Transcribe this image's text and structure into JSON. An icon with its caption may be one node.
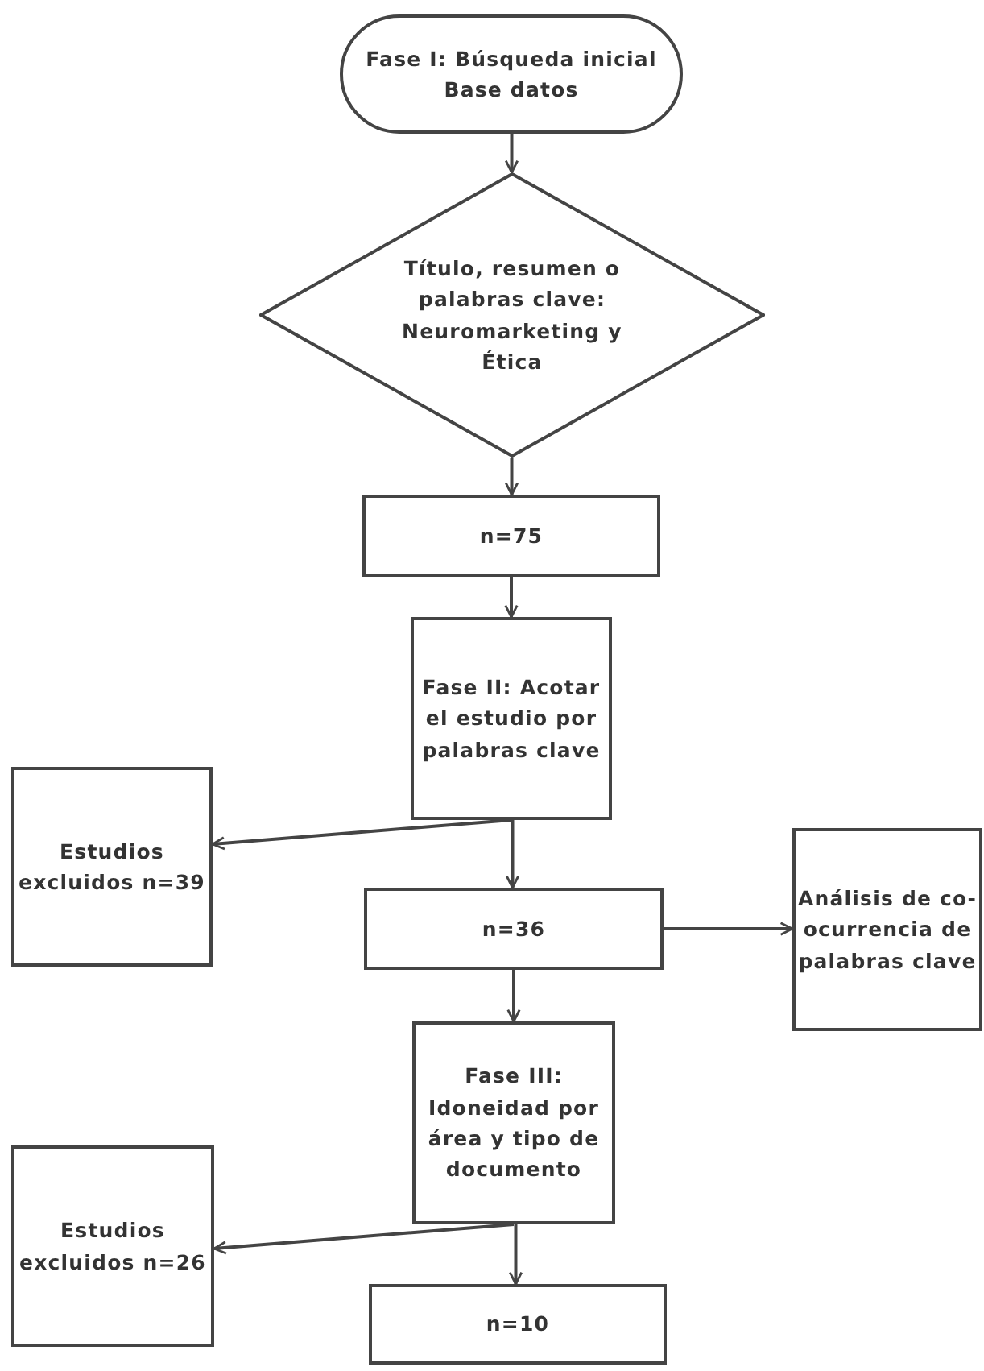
{
  "diagram": {
    "nodes": [
      {
        "text": [
          "Fase I: Búsqueda inicial",
          "Base datos"
        ]
      },
      {
        "text": [
          "Título, resumen o palabras clave: Neuromarketing y Ética"
        ]
      },
      {
        "text": [
          "n=75"
        ]
      },
      {
        "text": [
          "Fase II: Acotar el estudio por palabras clave"
        ]
      },
      {
        "text": [
          "Estudios excluidos n=39"
        ]
      },
      {
        "text": [
          "n=36"
        ]
      },
      {
        "text": [
          "Análisis de co-ocurrencia de palabras clave"
        ]
      },
      {
        "text": [
          "Fase III: Idoneidad por área y tipo de documento"
        ]
      },
      {
        "text": [
          "Estudios excluidos n=26"
        ]
      },
      {
        "text": [
          "n=10"
        ]
      }
    ],
    "edges": [
      {
        "from": 0,
        "to": 1,
        "arrow": "to"
      },
      {
        "from": 1,
        "to": 2,
        "arrow": "to"
      },
      {
        "from": 2,
        "to": 3,
        "arrow": "to"
      },
      {
        "from": 3,
        "to": 4,
        "arrow": "to"
      },
      {
        "from": 3,
        "to": 5,
        "arrow": "to"
      },
      {
        "from": 5,
        "to": 6,
        "arrow": "to"
      },
      {
        "from": 5,
        "to": 7,
        "arrow": "to"
      },
      {
        "from": 7,
        "to": 8,
        "arrow": "to"
      },
      {
        "from": 7,
        "to": 9,
        "arrow": "to"
      }
    ]
  }
}
